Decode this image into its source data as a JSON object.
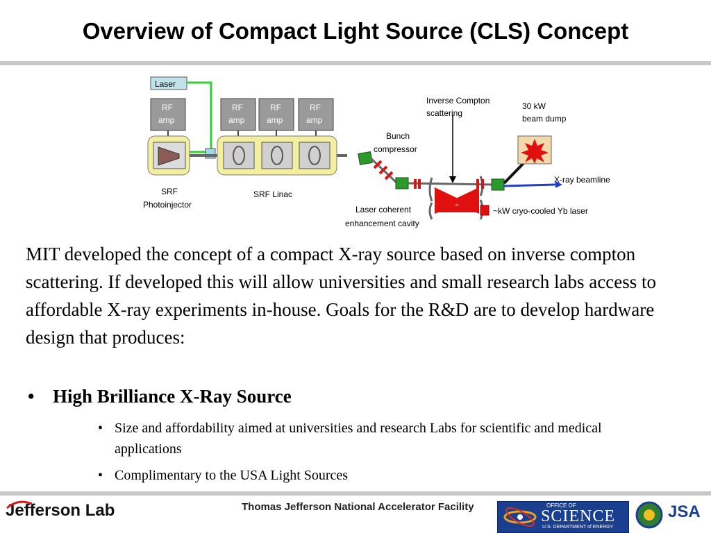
{
  "title": "Overview of Compact Light Source (CLS) Concept",
  "diagram": {
    "laser": "Laser",
    "rf_amp_1_line1": "RF",
    "rf_amp_1_line2": "amp",
    "rf_amp_2_line1": "RF",
    "rf_amp_2_line2": "amp",
    "rf_amp_3_line1": "RF",
    "rf_amp_3_line2": "amp",
    "rf_amp_4_line1": "RF",
    "rf_amp_4_line2": "amp",
    "srf_photoinjector_line1": "SRF",
    "srf_photoinjector_line2": "Photoinjector",
    "srf_linac": "SRF Linac",
    "bunch_compressor_line1": "Bunch",
    "bunch_compressor_line2": "compressor",
    "inverse_compton_line1": "Inverse Compton",
    "inverse_compton_line2": "scattering",
    "beam_dump_line1": "30 kW",
    "beam_dump_line2": "beam dump",
    "xray_beamline": "X-ray beamline",
    "laser_cavity_line1": "Laser coherent",
    "laser_cavity_line2": "enhancement cavity",
    "yb_laser": "~kW cryo-cooled Yb laser"
  },
  "body": {
    "paragraph": "MIT developed the concept of a compact X-ray source based on inverse compton scattering.  If developed this will allow universities and small research labs access to affordable X-ray experiments in-house.  Goals for the R&D are to develop hardware design that produces:",
    "bullet_symbol": "•",
    "bullet": "High Brilliance X-Ray Source",
    "sub_bullets": [
      "Size and affordability aimed at universities and research Labs for scientific and medical applications",
      "Complimentary to the USA Light Sources"
    ]
  },
  "footer": {
    "lab_logo": "Jefferson Lab",
    "facility": "Thomas Jefferson National Accelerator Facility",
    "science_top": "OFFICE OF",
    "science_main": "SCIENCE",
    "science_bottom": "U.S. DEPARTMENT of ENERGY",
    "jsa": "JSA"
  },
  "colors": {
    "rule": "#c8c8c8",
    "cryomodule": "#f3ef9f",
    "beam_green": "#2fd12f",
    "xray_blue": "#1f3fc9",
    "laser_red": "#e01010",
    "science_blue": "#1b3f8f"
  }
}
